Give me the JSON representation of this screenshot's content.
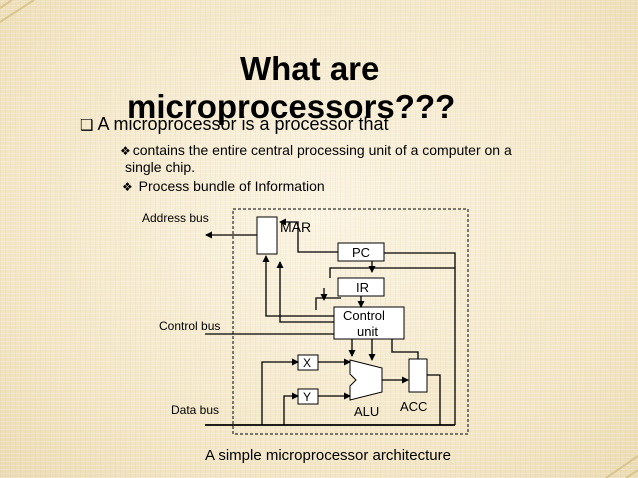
{
  "slide": {
    "title_line1": "What are",
    "title_line2": "microprocessors???",
    "intro_bullet_icon": "square-bullet-icon",
    "intro_text": "A microprocessor is a processor that",
    "sub_bullet_icon": "diamond-bullet-icon",
    "sub_bullets": [
      {
        "line1": "contains the entire central processing unit of a computer on a",
        "line2": "single chip."
      },
      {
        "line1": "Process bundle of Information"
      }
    ],
    "caption": "A simple microprocessor architecture"
  },
  "diagram": {
    "labels": {
      "address_bus": "Address bus",
      "control_bus": "Control bus",
      "data_bus": "Data bus",
      "mar": "MAR",
      "pc": "PC",
      "ir": "IR",
      "control_unit_line1": "Control",
      "control_unit_line2": "unit",
      "x": "X",
      "y": "Y",
      "alu": "ALU",
      "acc": "ACC"
    }
  },
  "colors": {
    "background": "#f6ecd3",
    "corner_accent": "#d9c58f"
  }
}
